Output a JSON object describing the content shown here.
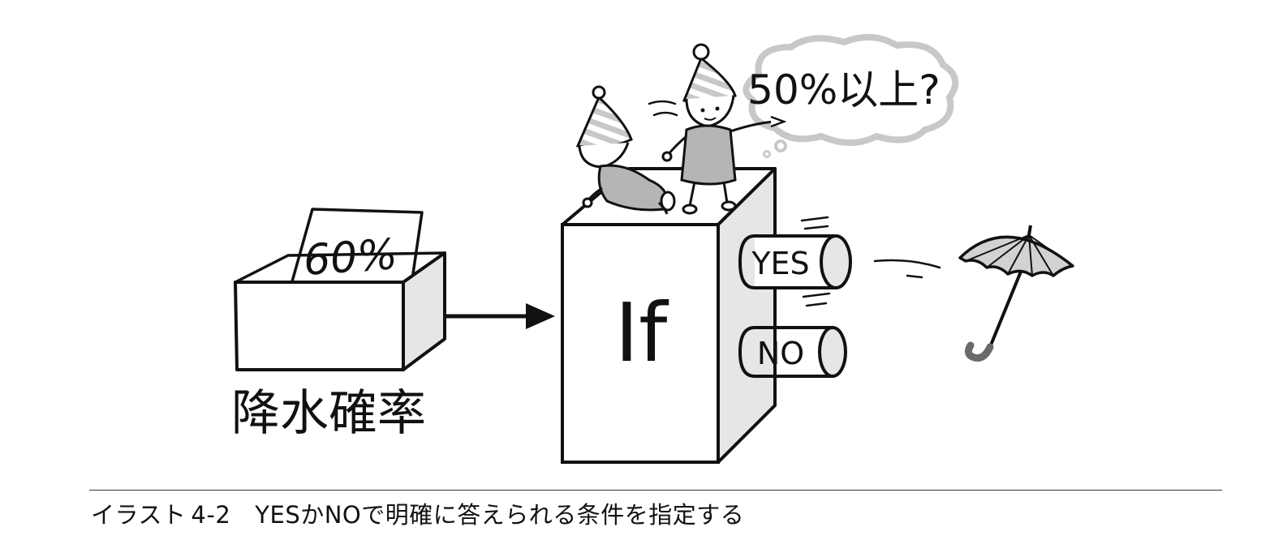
{
  "input_box": {
    "card_text": "60%",
    "label": "降水確率"
  },
  "if_block": {
    "label": "If"
  },
  "thought_bubble": {
    "text": "50%以上?"
  },
  "outputs": {
    "yes_label": "YES",
    "no_label": "NO"
  },
  "caption": {
    "prefix": "イラスト",
    "number": "4-2",
    "text": "YESかNOで明確に答えられる条件を指定する"
  },
  "colors": {
    "ink": "#111111",
    "hat_stripe": "#c8c8c8",
    "dress": "#b5b5b5",
    "umbrella_canopy": "#d2d2d2",
    "umbrella_handle": "#6a6a6a",
    "cube_side": "#e6e6e6"
  },
  "icons": [
    "arrow-right-icon",
    "umbrella-icon",
    "thought-bubble-icon",
    "gnome-character-icon"
  ]
}
